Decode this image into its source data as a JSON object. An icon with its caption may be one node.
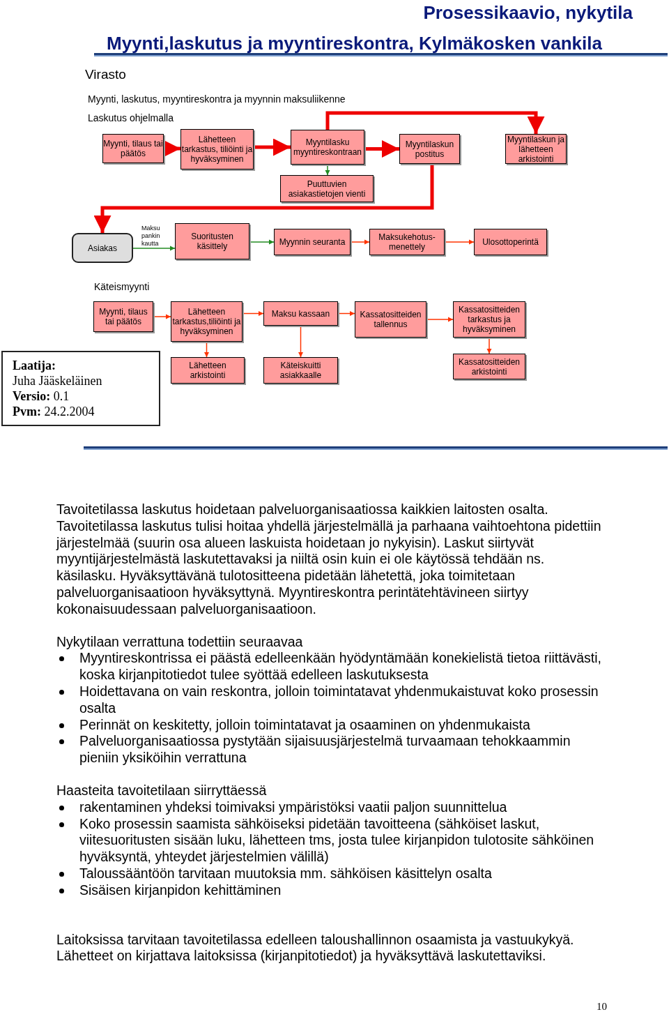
{
  "diagram": {
    "title": "Prosessikaavio, nykytila",
    "nodes": [
      {
        "text": [
          "Myynti, tilaus tai päätös"
        ]
      },
      {
        "text": [
          "Lähetteen tarkastus, tiliöinti ja hyväksyminen"
        ]
      },
      {
        "text": [
          "Myyntilasku myyntireskontraan"
        ]
      },
      {
        "text": [
          "Myyntilaskun postitus"
        ]
      },
      {
        "text": [
          "Myyntilaskun ja lähetteen arkistointi"
        ]
      },
      {
        "text": [
          "Puuttuvien asiakastietojen vienti"
        ]
      },
      {
        "text": [
          "Asiakas"
        ]
      },
      {
        "text": [
          "Suoritusten käsittely"
        ]
      },
      {
        "text": [
          "Myynnin seuranta"
        ]
      },
      {
        "text": [
          "Maksukehotus-menettely"
        ]
      },
      {
        "text": [
          "Ulosottoperintä"
        ]
      },
      {
        "text": [
          "Myynti, tilaus tai päätös"
        ]
      },
      {
        "text": [
          "Lähetteen tarkastus,tiliöinti ja hyväksyminen"
        ]
      },
      {
        "text": [
          "Maksu kassaan"
        ]
      },
      {
        "text": [
          "Kassatositteiden tallennus"
        ]
      },
      {
        "text": [
          "Kassatositteiden tarkastus ja hyväksyminen"
        ]
      },
      {
        "text": [
          "Lähetteen arkistointi"
        ]
      },
      {
        "text": [
          "Käteiskuitti asiakkaalle"
        ]
      },
      {
        "text": [
          "Kassatositteiden arkistointi"
        ]
      },
      {
        "text": [
          "**Laatija:**",
          "Juha Jääskeläinen",
          "**Versio:** 0.1",
          "**Pvm:** 24.2.2004"
        ]
      }
    ],
    "edges": [
      {
        "from": 0,
        "to": 1,
        "arrow": "to",
        "style": "thick",
        "color": "#ee0000"
      },
      {
        "from": 1,
        "to": 2,
        "arrow": "to",
        "style": "thick",
        "color": "#ee0000"
      },
      {
        "from": 2,
        "to": 3,
        "arrow": "to",
        "style": "thick",
        "color": "#ee0000"
      },
      {
        "from": 2,
        "to": 4,
        "arrow": "to",
        "style": "thick",
        "color": "#ee0000"
      },
      {
        "from": 2,
        "to": 5,
        "arrow": "to",
        "color": "#228b22"
      },
      {
        "from": 3,
        "to": 6,
        "arrow": "to",
        "style": "thick",
        "color": "#ee0000"
      },
      {
        "from": 6,
        "to": 7,
        "arrow": "to",
        "label": "Maksu pankin kautta",
        "color": "#228b22"
      },
      {
        "from": 7,
        "to": 8,
        "arrow": "to",
        "color": "#228b22"
      },
      {
        "from": 8,
        "to": 9,
        "arrow": "to"
      },
      {
        "from": 9,
        "to": 10,
        "arrow": "to"
      },
      {
        "from": 11,
        "to": 12,
        "arrow": "to"
      },
      {
        "from": 12,
        "to": 13,
        "arrow": "to"
      },
      {
        "from": 13,
        "to": 14,
        "arrow": "to"
      },
      {
        "from": 14,
        "to": 15,
        "arrow": "to"
      },
      {
        "from": 12,
        "to": 16,
        "arrow": "to"
      },
      {
        "from": 13,
        "to": 17,
        "arrow": "to"
      },
      {
        "from": 15,
        "to": 18,
        "arrow": "to"
      }
    ],
    "labels": [
      "Myynti,laskutus ja myyntireskontra, Kylmäkosken vankila",
      "Virasto",
      "Myynti, laskutus, myyntireskontra ja myynnin maksuliikenne",
      "Laskutus ohjelmalla",
      "Käteismyynti",
      "Tavoitetilassa laskutus hoidetaan palveluorganisaatiossa kaikkien laitosten osalta. Tavoitetilassa laskutus tulisi hoitaa yhdellä järjestelmällä ja parhaana vaihtoehtona pidettiin järjestelmää (suurin osa alueen laskuista hoidetaan jo nykyisin). Laskut siirtyvät myyntijärjestelmästä laskutettavaksi ja niiltä osin kuin ei ole käytössä tehdään ns. käsilasku. Hyväksyttävänä tulotositteena pidetään lähetettä, joka toimitetaan palveluorganisaatioon hyväksyttynä. Myyntireskontra perintätehtävineen siirtyy kokonaisuudessaan palveluorganisaatioon.",
      "Nykytilaan verrattuna todettiin seuraavaa",
      "Myyntireskontrissa ei päästä edelleenkään hyödyntämään konekielistä tietoa riittävästi, koska kirjanpitotiedot tulee syöttää edelleen laskutuksesta",
      "Hoidettavana on vain reskontra, jolloin toimintatavat yhdenmukaistuvat koko prosessin osalta",
      "Perinnät on keskitetty, jolloin toimintatavat ja osaaminen on yhdenmukaista",
      "Palveluorganisaatiossa pystytään sijaisuusjärjestelmä turvaamaan tehokkaammin pieniin yksiköihin verrattuna",
      "Haasteita tavoitetilaan siirryttäessä",
      "rakentaminen yhdeksi toimivaksi ympäristöksi vaatii paljon suunnittelua",
      "Koko prosessin saamista sähköiseksi pidetään tavoitteena (sähköiset laskut, viitesuoritusten sisään luku, lähetteen tms, josta tulee kirjanpidon tulotosite sähköinen hyväksyntä, yhteydet järjestelmien välillä)",
      "Taloussääntöön tarvitaan muutoksia mm. sähköisen käsittelyn osalta",
      "Sisäisen kirjanpidon kehittäminen",
      "Laitoksissa tarvitaan tavoitetilassa edelleen taloushallinnon osaamista ja vastuukykyä. Lähetteet on kirjattava laitoksissa (kirjanpitotiedot) ja hyväksyttävä laskutettaviksi.",
      "10"
    ]
  }
}
